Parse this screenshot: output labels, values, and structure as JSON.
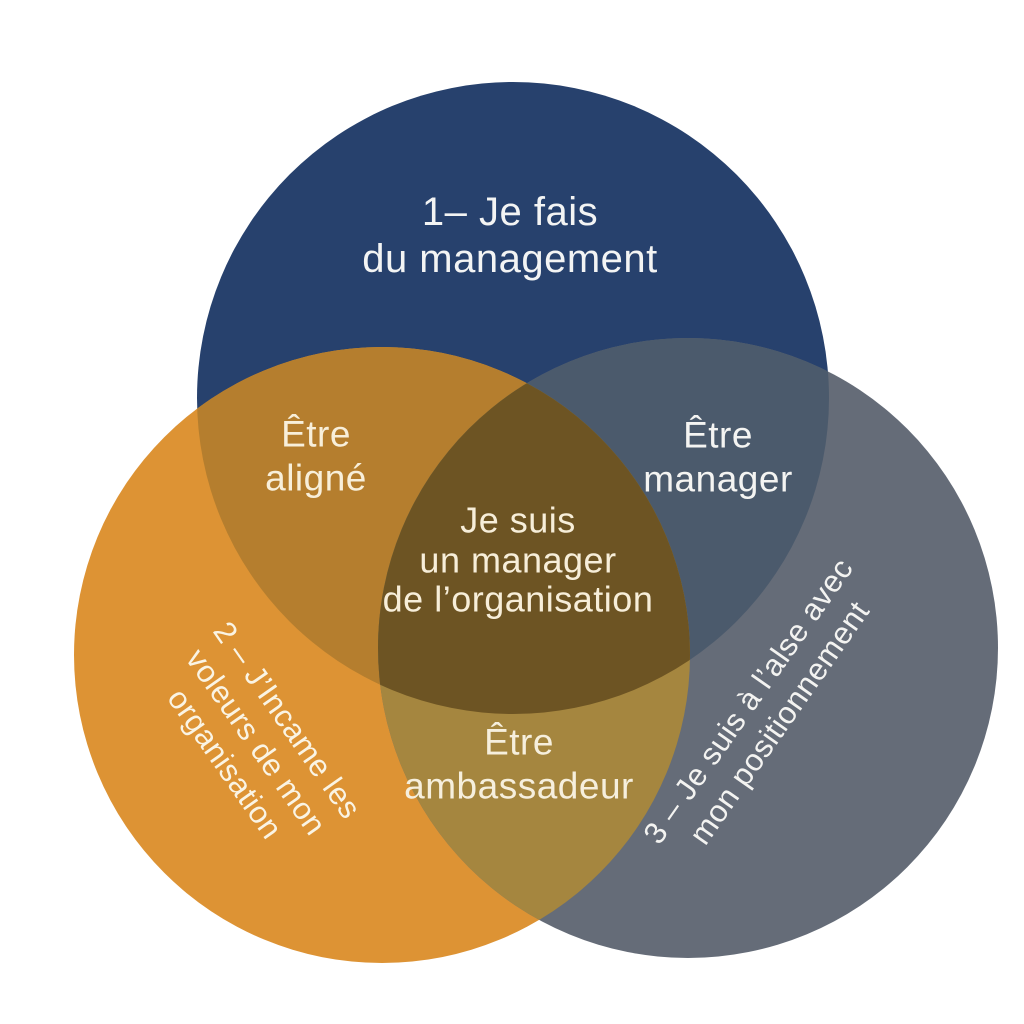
{
  "diagram": {
    "type": "venn-3-circles",
    "language": "fr",
    "background": "#ffffff",
    "colors": {
      "circle_management": "#27416d",
      "circle_values": "#dd9334",
      "circle_positioning": "#656c78",
      "overlap_management_values": "#b57e2e",
      "overlap_management_positioning": "#4b5a6c",
      "overlap_values_positioning": "#a5863f",
      "overlap_center": "#6d5423",
      "label_text": "#f6f1e3"
    },
    "labels": {
      "management": {
        "lines": [
          "1– Je fais",
          "du management"
        ]
      },
      "values": {
        "lines": [
          "2 – J’Incame les",
          "voleurs de mon",
          "organisation"
        ]
      },
      "positioning": {
        "lines": [
          "3 – Je suis à l’alse avec",
          "mon positionnement"
        ]
      },
      "aligned": {
        "lines": [
          "Être",
          "aligné"
        ]
      },
      "manager": {
        "lines": [
          "Être",
          "manager"
        ]
      },
      "ambassador": {
        "lines": [
          "Être",
          "ambassadeur"
        ]
      },
      "center": {
        "lines": [
          "Je suis",
          "un manager",
          "de l’organisation"
        ]
      }
    }
  }
}
